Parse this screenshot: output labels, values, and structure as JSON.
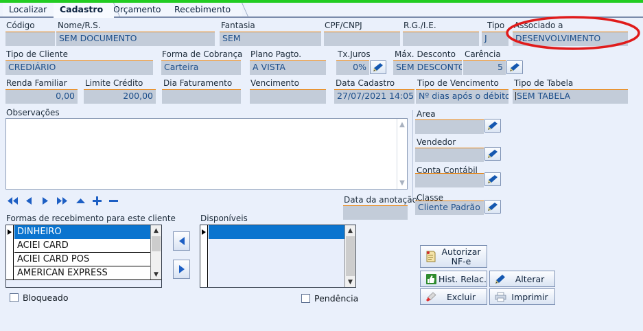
{
  "window": {
    "accent_orange": "#e8820c",
    "field_bg": "#c3ccd9",
    "field_text": "#1c4e8a",
    "top_bar_color": "#22cc22",
    "select_blue": "#0a74cf",
    "annotation_color": "#e01b1b"
  },
  "tabs": [
    {
      "label": "Localizar",
      "active": false
    },
    {
      "label": "Cadastro",
      "active": true
    },
    {
      "label": "Orçamento",
      "active": false
    },
    {
      "label": "Recebimento",
      "active": false
    }
  ],
  "fields": {
    "codigo": {
      "label": "Código",
      "value": ""
    },
    "nome_rs": {
      "label": "Nome/R.S.",
      "value": "SEM DOCUMENTO"
    },
    "fantasia": {
      "label": "Fantasia",
      "value": "SEM"
    },
    "cpf_cnpj": {
      "label": "CPF/CNPJ",
      "value": ""
    },
    "rg_ie": {
      "label": "R.G./I.E.",
      "value": ""
    },
    "tipo": {
      "label": "Tipo",
      "value": "J"
    },
    "associado_a": {
      "label": "Associado a",
      "value": "DESENVOLVIMENTO"
    },
    "tipo_de_cliente": {
      "label": "Tipo de Cliente",
      "value": "CREDIÁRIO"
    },
    "forma_de_cobranca": {
      "label": "Forma de Cobrança",
      "value": "Carteira"
    },
    "plano_pagto": {
      "label": "Plano Pagto.",
      "value": "A VISTA"
    },
    "tx_juros": {
      "label": "Tx.Juros",
      "value": "0%"
    },
    "max_desconto": {
      "label": "Máx. Desconto",
      "value": "SEM DESCONTC"
    },
    "carencia": {
      "label": "Carência",
      "value": "5"
    },
    "renda_familiar": {
      "label": "Renda Familiar",
      "value": "0,00"
    },
    "limite_credito": {
      "label": "Limite Crédito",
      "value": "200,00"
    },
    "dia_faturamento": {
      "label": "Dia Faturamento",
      "value": ""
    },
    "vencimento": {
      "label": "Vencimento",
      "value": ""
    },
    "data_cadastro": {
      "label": "Data Cadastro",
      "value": "27/07/2021 14:05"
    },
    "tipo_vencimento": {
      "label": "Tipo de Vencimento",
      "value": "Nº dias após o débito"
    },
    "tipo_tabela": {
      "label": "Tipo de Tabela",
      "value": "SEM TABELA"
    },
    "observacoes": {
      "label": "Observações",
      "value": ""
    },
    "data_anotacao": {
      "label": "Data da anotação",
      "value": ""
    },
    "area": {
      "label": "Area",
      "value": ""
    },
    "vendedor": {
      "label": "Vendedor",
      "value": ""
    },
    "conta_contabil": {
      "label": "Conta Contábil",
      "value": ""
    },
    "classe": {
      "label": "Classe",
      "value": "Cliente Padrão"
    }
  },
  "nav_toolbar": [
    {
      "name": "first-record-icon"
    },
    {
      "name": "previous-record-icon"
    },
    {
      "name": "next-record-icon"
    },
    {
      "name": "last-record-icon"
    },
    {
      "name": "collapse-up-icon"
    },
    {
      "name": "add-record-icon"
    },
    {
      "name": "remove-record-icon"
    }
  ],
  "lists": {
    "assigned": {
      "title": "Formas de recebimento para este cliente",
      "items": [
        {
          "label": "DINHEIRO",
          "selected": true
        },
        {
          "label": "ACIEI CARD",
          "selected": false
        },
        {
          "label": "ACIEI CARD POS",
          "selected": false
        },
        {
          "label": "AMERICAN EXPRESS",
          "selected": false
        }
      ]
    },
    "available": {
      "title": "Disponíveis",
      "items": [
        {
          "label": "",
          "selected": true
        }
      ]
    }
  },
  "move_buttons": [
    {
      "name": "move-left-button",
      "icon": "arrow-left-icon"
    },
    {
      "name": "move-right-button",
      "icon": "arrow-right-icon"
    }
  ],
  "actions": {
    "autorizar_nfe": {
      "line1": "Autorizar",
      "line2": "NF-e",
      "icon": "document-stamp-icon"
    },
    "hist_relac": {
      "label": "Hist. Relac.",
      "icon": "thumbs-up-icon"
    },
    "alterar": {
      "label": "Alterar",
      "icon": "pencil-icon"
    },
    "excluir": {
      "label": "Excluir",
      "icon": "eraser-icon"
    },
    "imprimir": {
      "label": "Imprimir",
      "icon": "printer-icon"
    }
  },
  "checkboxes": {
    "bloqueado": {
      "label": "Bloqueado",
      "checked": false
    },
    "pendencia": {
      "label": "Pendência",
      "checked": false
    }
  },
  "annotation": {
    "shape": "ellipse",
    "target": "Associado a"
  }
}
